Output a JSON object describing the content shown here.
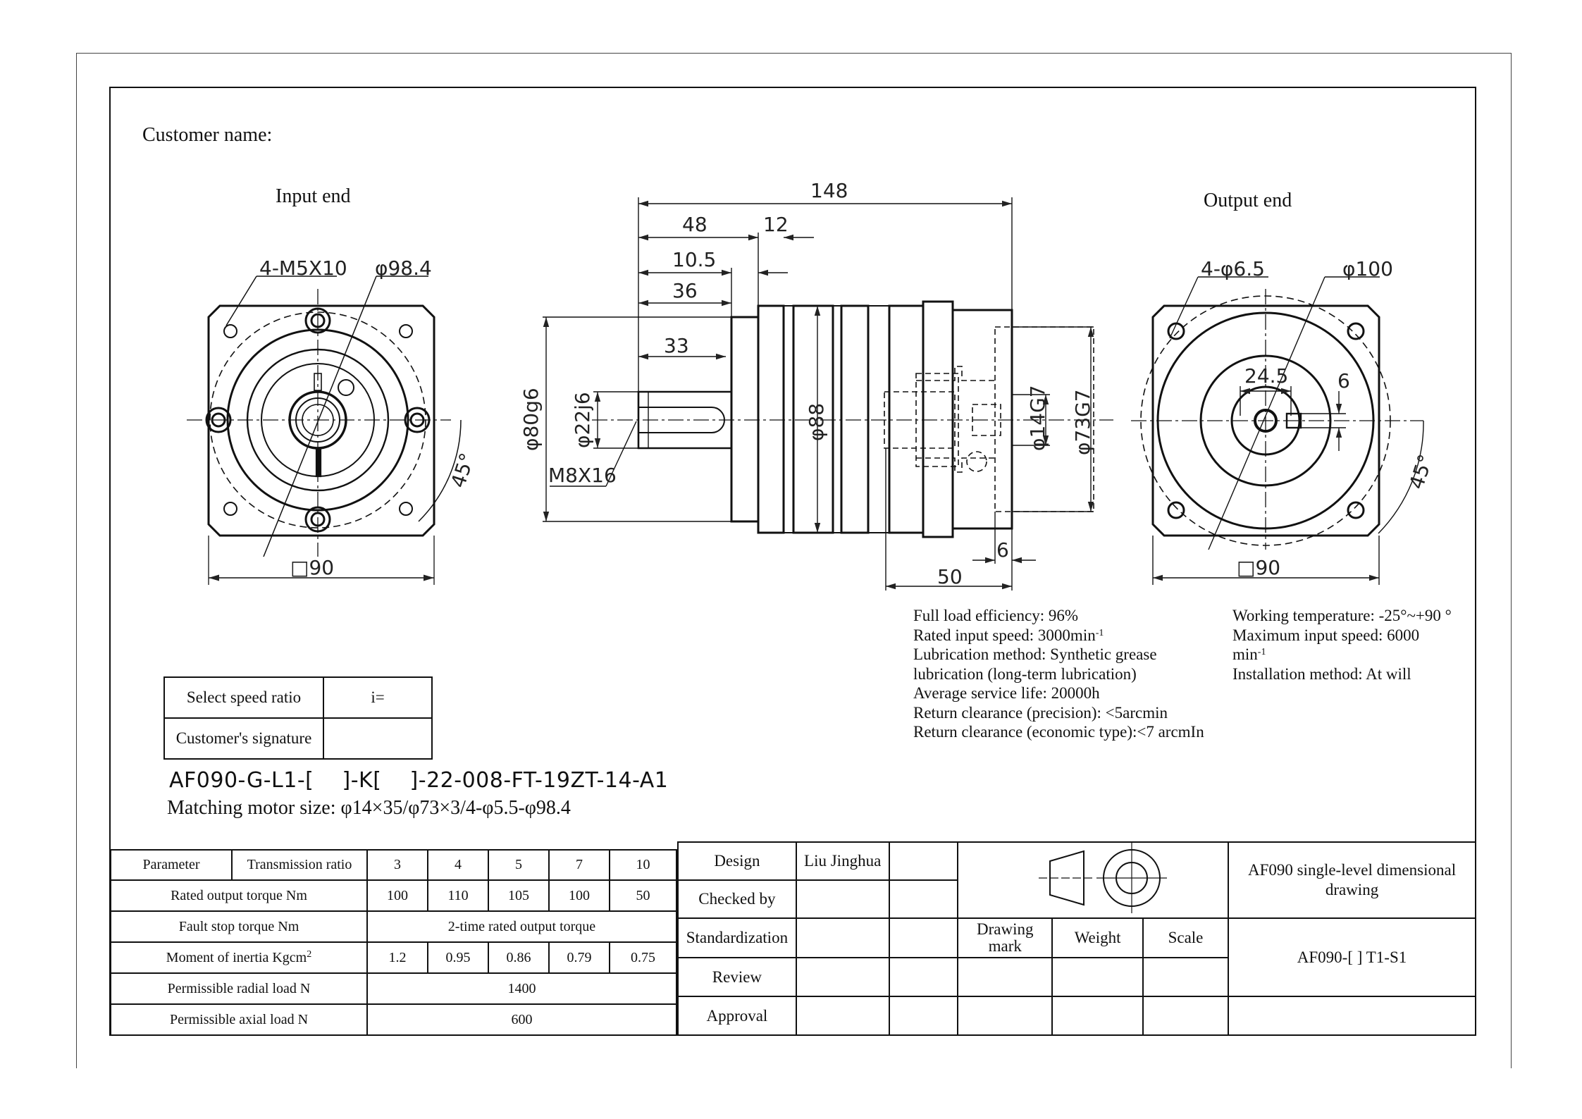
{
  "header": {
    "customer_label": "Customer name:",
    "input_end": "Input end",
    "output_end": "Output end"
  },
  "dimensions": {
    "input_holes": "4-M5X10",
    "input_pcd": "φ98.4",
    "input_square": "□90",
    "input_angle": "45°",
    "total_length": "148",
    "d48": "48",
    "d12": "12",
    "d10_5": "10.5",
    "d36": "36",
    "d33": "33",
    "shaft_dia": "φ80g6",
    "key_dia": "φ22j6",
    "thread": "M8X16",
    "body_dia": "φ88",
    "bore_dia": "φ14G7",
    "pilot_dia": "φ73G7",
    "d6_bottom": "6",
    "d50": "50",
    "output_holes": "4-φ6.5",
    "output_pcd": "φ100",
    "bore_depth": "24.5",
    "key_width": "6",
    "output_square": "□90",
    "output_angle": "45°"
  },
  "specs_left": [
    "Full load efficiency: 96%",
    "Rated input speed: 3000min",
    "Lubrication method: Synthetic grease",
    "lubrication (long-term lubrication)",
    "Average service life: 20000h",
    "Return clearance (precision): <5arcmin",
    "Return clearance (economic type):<7 arcmIn"
  ],
  "specs_left_sup": "-1",
  "specs_right": [
    "Working temperature: -25°~+90 °",
    "Maximum input speed: 6000",
    "min",
    "Installation method: At will"
  ],
  "specs_right_sup": "-1",
  "select_table": {
    "ratio_label": "Select speed ratio",
    "ratio_value": "i=",
    "signature_label": "Customer's signature",
    "signature_value": ""
  },
  "model_code": "AF090-G-L1-[    ]-K[    ]-22-008-FT-19ZT-14-A1",
  "motor_size": "Matching motor size: φ14×35/φ73×3/4-φ5.5-φ98.4",
  "param_table": {
    "h_param": "Parameter",
    "h_ratio": "Transmission ratio",
    "ratios": [
      "3",
      "4",
      "5",
      "7",
      "10"
    ],
    "torque_label": "Rated output torque Nm",
    "torque_values": [
      "100",
      "110",
      "105",
      "100",
      "50"
    ],
    "fault_label": "Fault stop torque Nm",
    "fault_value": "2-time rated output torque",
    "inertia_label": "Moment of inertia Kgcm",
    "inertia_sup": "2",
    "inertia_values": [
      "1.2",
      "0.95",
      "0.86",
      "0.79",
      "0.75"
    ],
    "radial_label": "Permissible radial load N",
    "radial_value": "1400",
    "axial_label": "Permissible axial load N",
    "axial_value": "600"
  },
  "title_block": {
    "design": "Design",
    "designer": "Liu Jinghua",
    "checked": "Checked by",
    "standardization": "Standardization",
    "review": "Review",
    "approval": "Approval",
    "drawing_mark": "Drawing mark",
    "weight": "Weight",
    "scale": "Scale",
    "title": "AF090 single-level dimensional drawing",
    "drawing_no": "AF090-[ ] T1-S1"
  }
}
